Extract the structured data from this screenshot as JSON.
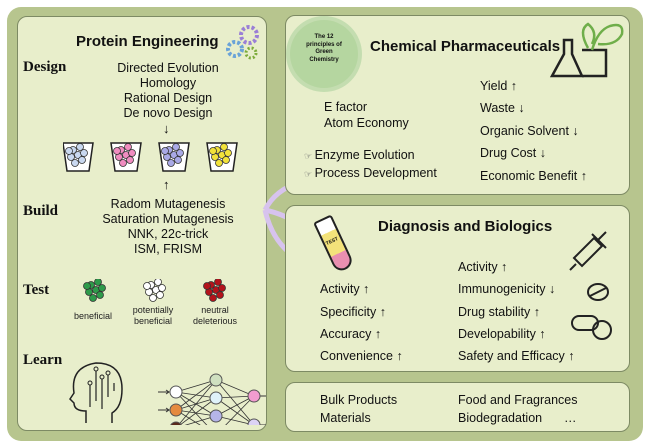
{
  "protein_engineering": {
    "title": "Protein Engineering",
    "icon": "gears-icon",
    "design": {
      "label": "Design",
      "items": [
        "Directed Evolution",
        "Homology",
        "Rational Design",
        "De novo Design"
      ]
    },
    "libraries": {
      "colors": [
        "#c9d8f0",
        "#f08cc0",
        "#a9a9e6",
        "#f2e23a"
      ]
    },
    "build": {
      "label": "Build",
      "items": [
        "Radom Mutagenesis",
        "Saturation Mutagenesis",
        "NNK, 22c-trick",
        "ISM, FRISM"
      ]
    },
    "test": {
      "label": "Test",
      "groups": [
        {
          "label": "beneficial",
          "color": "#2e9a4a"
        },
        {
          "label": "potentially beneficial",
          "color": "#ffffff"
        },
        {
          "label": "neutral deleterious",
          "color": "#b3131b"
        }
      ]
    },
    "learn": {
      "label": "Learn"
    }
  },
  "chemical": {
    "title": "Chemical Pharmaceuticals",
    "badge": "The 12 principles of Green Chemistry",
    "metrics": [
      "E factor",
      "Atom Economy"
    ],
    "approaches": [
      "Enzyme Evolution",
      "Process Development"
    ],
    "outcomes": [
      "Yield ↑",
      "Waste ↓",
      "Organic Solvent ↓",
      "Drug Cost ↓",
      "Economic Benefit ↑"
    ]
  },
  "diagnosis": {
    "title": "Diagnosis and Biologics",
    "tube_label": "TEST",
    "left": [
      "Activity ↑",
      "Specificity ↑",
      "Accuracy ↑",
      "Convenience ↑"
    ],
    "right": [
      "Activity ↑",
      "Immunogenicity ↓",
      "Drug stability ↑",
      "Developability ↑",
      "Safety and Efficacy ↑"
    ]
  },
  "other": {
    "items": [
      "Bulk Products",
      "Materials",
      "Food and Fragrances",
      "Biodegradation",
      "…"
    ]
  }
}
